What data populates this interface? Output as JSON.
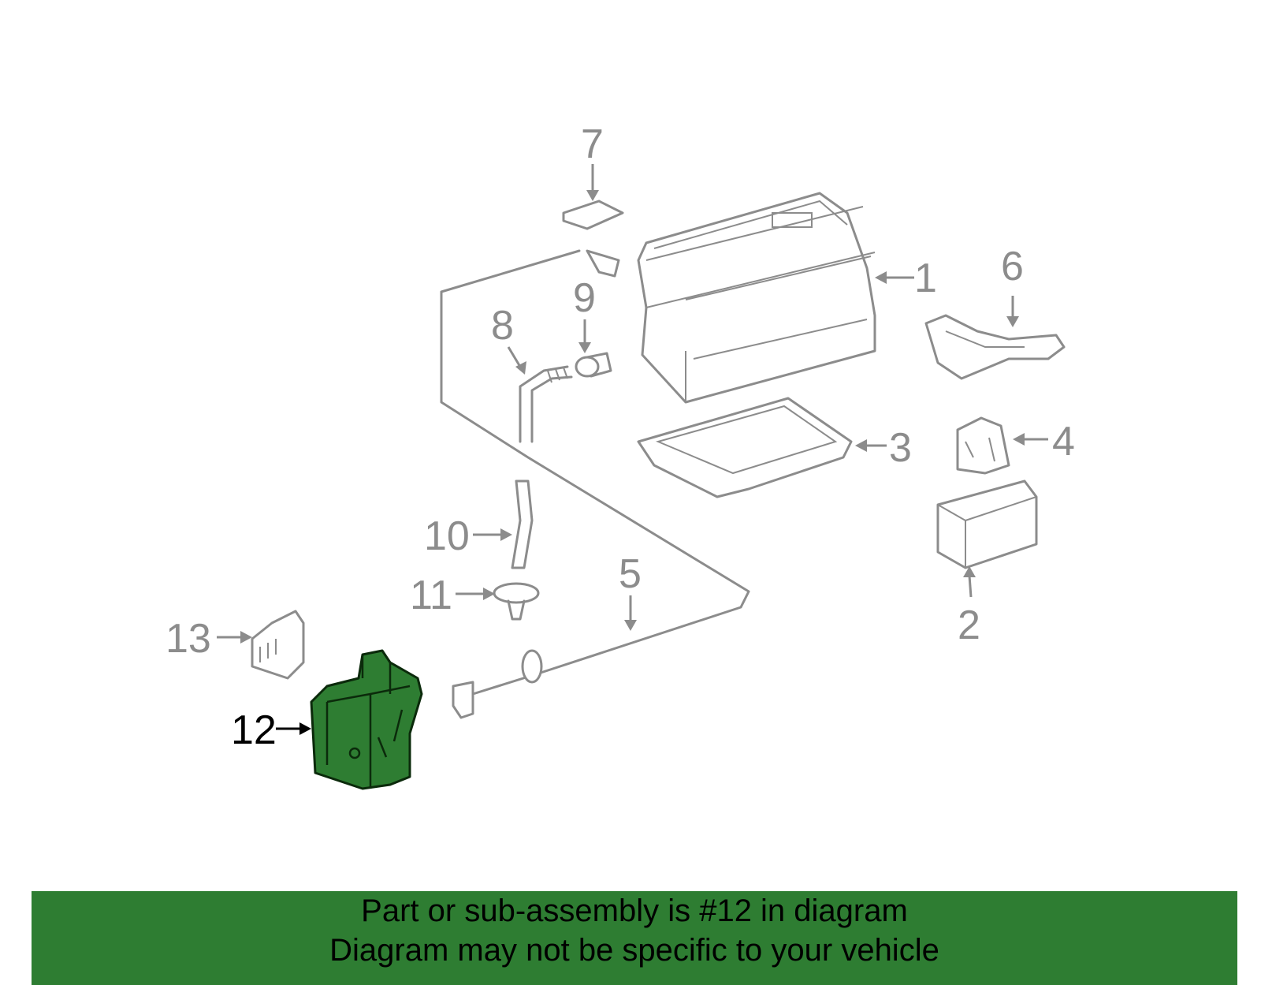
{
  "diagram": {
    "callouts": [
      "1",
      "2",
      "3",
      "4",
      "5",
      "6",
      "7",
      "8",
      "9",
      "10",
      "11",
      "12",
      "13"
    ],
    "highlighted_part": "12",
    "highlight_color": "#2e7d32"
  },
  "footer": {
    "line1": "Part or sub-assembly is #12 in diagram",
    "line2": "Diagram may not be specific to your vehicle",
    "background": "#2e7d32"
  }
}
